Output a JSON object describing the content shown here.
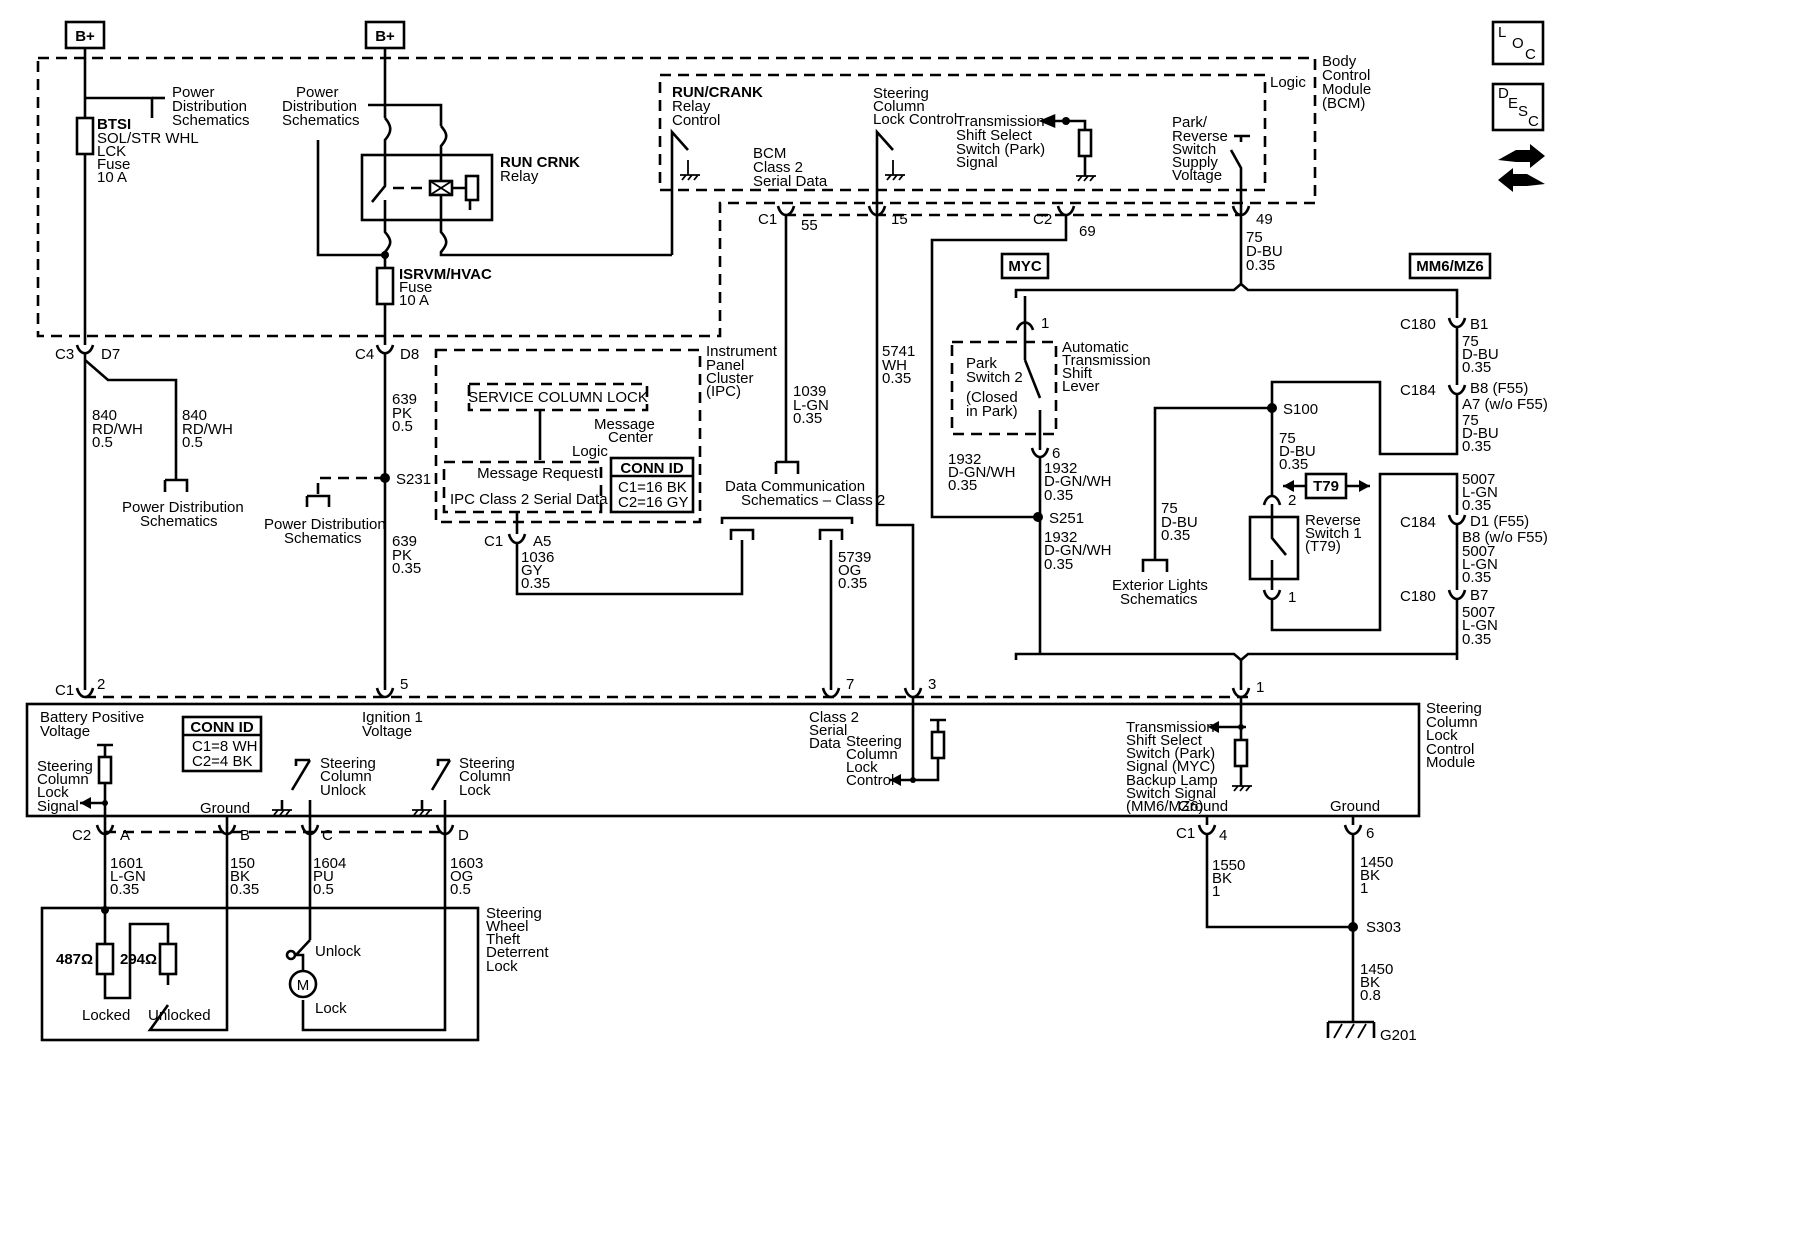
{
  "sources": {
    "bplus_left": "B+",
    "bplus_right": "B+"
  },
  "bcm": {
    "name": [
      "Body",
      "Control",
      "Module",
      "(BCM)"
    ],
    "logic": "Logic",
    "run_crank_relay_control": [
      "RUN/CRANK",
      "Relay",
      "Control"
    ],
    "bcm_class2": [
      "BCM",
      "Class 2",
      "Serial Data"
    ],
    "steering_lock_control": [
      "Steering",
      "Column",
      "Lock Control"
    ],
    "trans_shift_select": [
      "Transmission",
      "Shift Select",
      "Switch (Park)",
      "Signal"
    ],
    "park_reverse_supply": [
      "Park/",
      "Reverse",
      "Switch",
      "Supply",
      "Voltage"
    ],
    "conn_c1": "C1",
    "pin_55": "55",
    "pin_15": "15",
    "conn_c2": "C2",
    "pin_69": "69",
    "pin_49": "49"
  },
  "fuses": {
    "btsi": [
      "BTSI",
      "SOL/STR WHL",
      "LCK",
      "Fuse",
      "10 A"
    ],
    "isrvm": [
      "ISRVM/HVAC",
      "Fuse",
      "10 A"
    ],
    "run_crnk_relay": [
      "RUN CRNK",
      "Relay"
    ]
  },
  "power_distribution_1": [
    "Power",
    "Distribution",
    "Schematics"
  ],
  "power_distribution_2": [
    "Power",
    "Distribution",
    "Schematics"
  ],
  "power_distribution_3": [
    "Power Distribution",
    "Schematics"
  ],
  "power_distribution_4": [
    "Power Distribution",
    "Schematics"
  ],
  "connectors": {
    "c3": "C3",
    "d7": "D7",
    "c4": "C4",
    "d8": "D8",
    "s231": "S231",
    "s251": "S251",
    "s100": "S100",
    "s303": "S303",
    "c1_a5": "C1",
    "a5": "A5",
    "c180_b1": "C180",
    "b1": "B1",
    "c184_b8": "C184",
    "b8": "B8 (F55)",
    "a7": "A7 (w/o F55)",
    "c184_d1": "C184",
    "d1": "D1 (F55)",
    "b8_wo": "B8 (w/o F55)",
    "c180_b7": "C180",
    "b7": "B7",
    "c1_bottom": "C1",
    "pin_2": "2",
    "pin_5": "5",
    "pin_7": "7",
    "pin_3": "3",
    "pin_1": "1",
    "c2_bottom": "C2",
    "pin_a": "A",
    "pin_b": "B",
    "pin_c": "C",
    "pin_d": "D",
    "c1_right": "C1",
    "pin_4": "4",
    "pin_6": "6",
    "g201": "G201"
  },
  "wires": {
    "w840a": [
      "840",
      "RD/WH",
      "0.5"
    ],
    "w840b": [
      "840",
      "RD/WH",
      "0.5"
    ],
    "w639a": [
      "639",
      "PK",
      "0.5"
    ],
    "w639b": [
      "639",
      "PK",
      "0.35"
    ],
    "w1036": [
      "1036",
      "GY",
      "0.35"
    ],
    "w1039": [
      "1039",
      "L-GN",
      "0.35"
    ],
    "w5741": [
      "5741",
      "WH",
      "0.35"
    ],
    "w5739": [
      "5739",
      "OG",
      "0.35"
    ],
    "w1932a": [
      "1932",
      "D-GN/WH",
      "0.35"
    ],
    "w1932b": [
      "1932",
      "D-GN/WH",
      "0.35"
    ],
    "w1932c": [
      "1932",
      "D-GN/WH",
      "0.35"
    ],
    "w75top": [
      "75",
      "D-BU",
      "0.35"
    ],
    "w75b1": [
      "75",
      "D-BU",
      "0.35"
    ],
    "w75a7": [
      "75",
      "D-BU",
      "0.35"
    ],
    "w75s100": [
      "75",
      "D-BU",
      "0.35"
    ],
    "w75ext": [
      "75",
      "D-BU",
      "0.35"
    ],
    "w5007a": [
      "5007",
      "L-GN",
      "0.35"
    ],
    "w5007b": [
      "5007",
      "L-GN",
      "0.35"
    ],
    "w5007c": [
      "5007",
      "L-GN",
      "0.35"
    ],
    "w1601": [
      "1601",
      "L-GN",
      "0.35"
    ],
    "w150": [
      "150",
      "BK",
      "0.35"
    ],
    "w1604": [
      "1604",
      "PU",
      "0.5"
    ],
    "w1603": [
      "1603",
      "OG",
      "0.5"
    ],
    "w1550": [
      "1550",
      "BK",
      "1"
    ],
    "w1450a": [
      "1450",
      "BK",
      "1"
    ],
    "w1450b": [
      "1450",
      "BK",
      "0.8"
    ]
  },
  "ipc": {
    "name": [
      "Instrument",
      "Panel",
      "Cluster",
      "(IPC)"
    ],
    "service_column_lock": "SERVICE COLUMN LOCK",
    "message_center": [
      "Message",
      "Center"
    ],
    "logic": "Logic",
    "message_request": "Message Request",
    "ipc_class2": "IPC Class 2 Serial Data",
    "conn_id_title": "CONN ID",
    "conn_id_c1": "C1=16 BK",
    "conn_id_c2": "C2=16 GY"
  },
  "data_comm": [
    "Data Communication",
    "Schematics – Class 2"
  ],
  "options": {
    "myc": "MYC",
    "mm6": "MM6/MZ6",
    "t79": "T79"
  },
  "shift_lever": {
    "name": [
      "Automatic",
      "Transmission",
      "Shift",
      "Lever"
    ],
    "park_switch": [
      "Park",
      "Switch 2",
      "",
      "(Closed",
      "in Park)"
    ]
  },
  "reverse_switch": [
    "Reverse",
    "Switch 1",
    "(T79)"
  ],
  "exterior_lights": [
    "Exterior Lights",
    "Schematics"
  ],
  "sclcm": {
    "name": [
      "Steering",
      "Column",
      "Lock",
      "Control",
      "Module"
    ],
    "battery_positive": [
      "Battery Positive",
      "Voltage"
    ],
    "conn_id_title": "CONN ID",
    "conn_id_c1": "C1=8 WH",
    "conn_id_c2": "C2=4 BK",
    "ignition1": [
      "Ignition 1",
      "Voltage"
    ],
    "class2": [
      "Class 2",
      "Serial",
      "Data"
    ],
    "lock_control": [
      "Steering",
      "Column",
      "Lock",
      "Control"
    ],
    "lock_signal": [
      "Steering",
      "Column",
      "Lock",
      "Signal"
    ],
    "ground_left": "Ground",
    "unlock": [
      "Steering",
      "Column",
      "Unlock"
    ],
    "lock": [
      "Steering",
      "Column",
      "Lock"
    ],
    "trans_signals": [
      "Transmission",
      "Shift Select",
      "Switch (Park)",
      "Signal (MYC)",
      "Backup Lamp",
      "Switch Signal",
      "(MM6/MZ6)"
    ],
    "ground_mid": "Ground",
    "ground_right": "Ground"
  },
  "swtd": {
    "name": [
      "Steering",
      "Wheel",
      "Theft",
      "Deterrent",
      "Lock"
    ],
    "r487": "487Ω",
    "r294": "294Ω",
    "locked": "Locked",
    "unlocked": "Unlocked",
    "unlock": "Unlock",
    "lock": "Lock",
    "motor": "M"
  },
  "legend": {
    "loc_l": "L",
    "loc_o": "O",
    "loc_c": "C",
    "desc_d": "D",
    "desc_e": "E",
    "desc_s": "S",
    "desc_c": "C"
  }
}
